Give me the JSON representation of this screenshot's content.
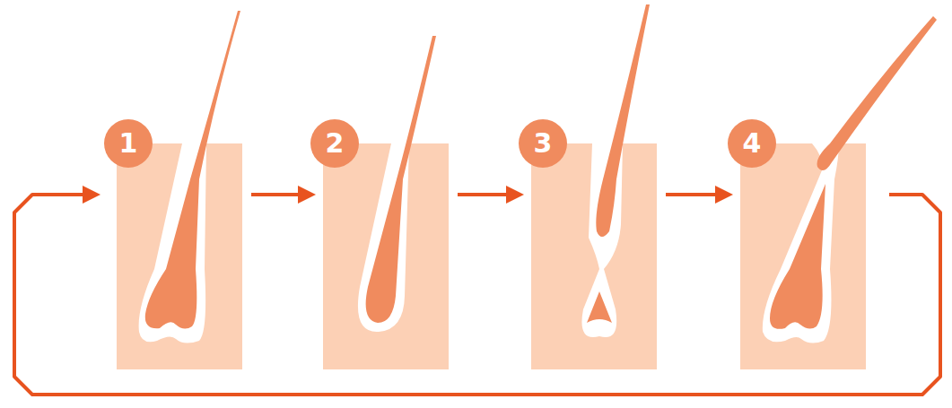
{
  "diagram": {
    "nodes": [
      {
        "text": [
          "1"
        ]
      },
      {
        "text": [
          "2"
        ]
      },
      {
        "text": [
          "3"
        ]
      },
      {
        "text": [
          "4"
        ]
      }
    ],
    "edges": [
      {
        "from": 0,
        "to": 1,
        "arrow": "to"
      },
      {
        "from": 1,
        "to": 2,
        "arrow": "to"
      },
      {
        "from": 2,
        "to": 3,
        "arrow": "to"
      },
      {
        "from": 3,
        "to": 0,
        "arrow": "to"
      }
    ]
  }
}
